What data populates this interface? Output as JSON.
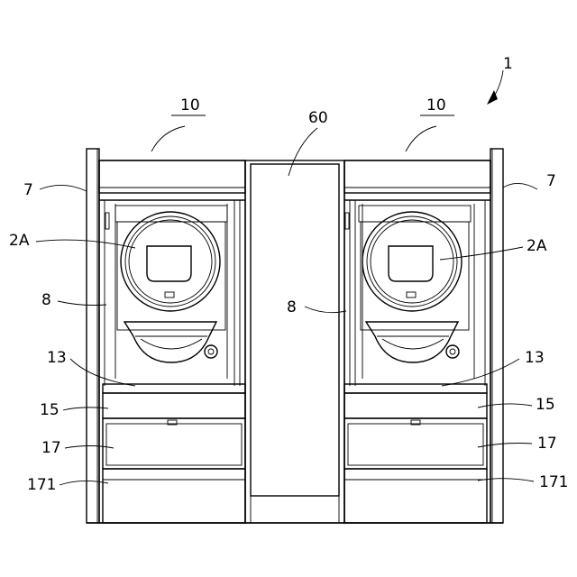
{
  "figure": {
    "ref_numerals": {
      "assembly": "1",
      "top_unit_left": "10",
      "top_unit_right": "10",
      "center_column": "60",
      "side_panel_left": "7",
      "side_panel_right": "7",
      "washer_left": "2A",
      "washer_right": "2A",
      "frame_left": "8",
      "frame_right": "8",
      "shelf_left": "13",
      "shelf_right": "13",
      "panel_left": "15",
      "panel_right": "15",
      "drawer_left": "17",
      "drawer_right": "17",
      "base_left": "171",
      "base_right": "171"
    }
  }
}
